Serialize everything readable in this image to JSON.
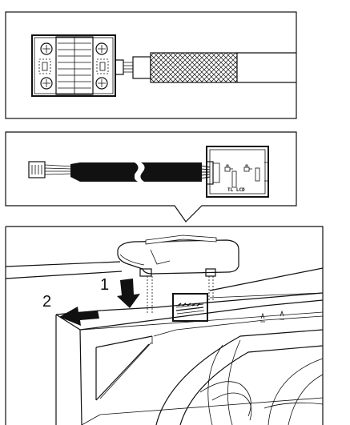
{
  "panel_bottom": {
    "step_labels": [
      "1",
      "2"
    ]
  },
  "panel_middle": {
    "connector_marking": "TL LCD"
  },
  "colors": {
    "line": "#111111",
    "background": "#ffffff",
    "cable": "#111111"
  }
}
